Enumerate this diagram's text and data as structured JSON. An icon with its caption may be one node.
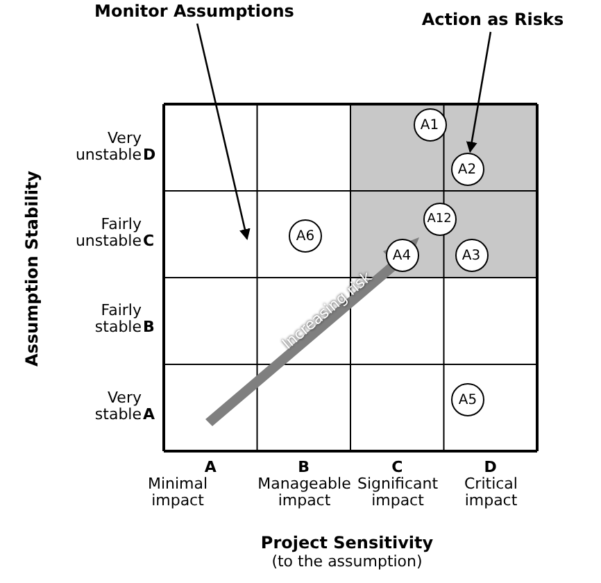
{
  "diagram": {
    "nodes": [
      {
        "text": [
          "Monitor Assumptions"
        ]
      },
      {
        "text": [
          "Action as Risks"
        ]
      },
      {
        "text": [],
        "shape": "box"
      },
      {
        "text": [
          "A1"
        ],
        "in": 2
      },
      {
        "text": [
          "A2"
        ],
        "in": 2
      },
      {
        "text": [
          "A6"
        ]
      },
      {
        "text": [
          "A12"
        ],
        "in": 2
      },
      {
        "text": [
          "A4"
        ],
        "in": 2
      },
      {
        "text": [
          "A3"
        ],
        "in": 2
      },
      {
        "text": [
          "A5"
        ]
      }
    ],
    "edges": [
      {
        "from": 0,
        "to": null,
        "arrow": "to"
      },
      {
        "from": 1,
        "to": 4,
        "arrow": "to"
      }
    ],
    "labels": [
      "Assumption Stability",
      "Very unstable",
      "D",
      "Fairly unstable",
      "C",
      "Increasing risk",
      "Fairly stable",
      "B",
      "Very stable",
      "A",
      "A",
      "B",
      "C",
      "D",
      "Minimal impact",
      "Manageable impact",
      "Significant impact",
      "Critical impact",
      "Project Sensitivity",
      "(to the assumption)"
    ]
  }
}
